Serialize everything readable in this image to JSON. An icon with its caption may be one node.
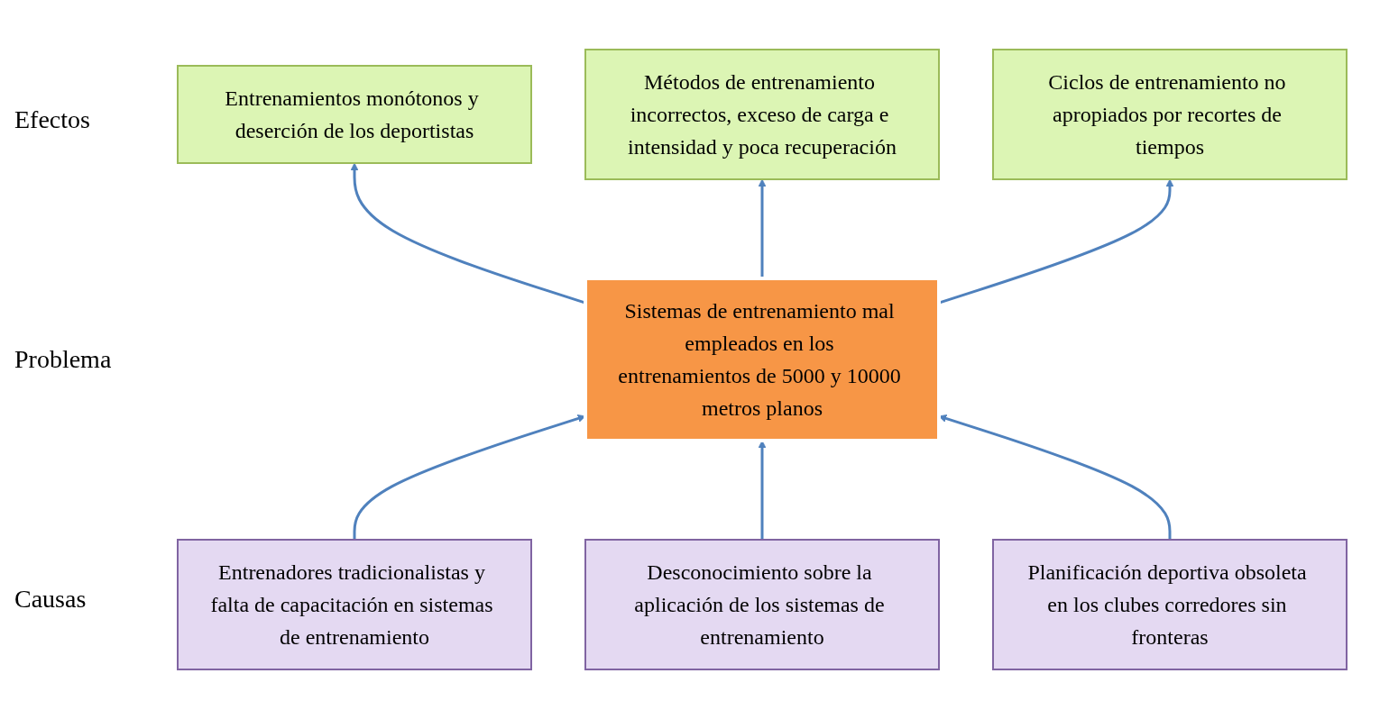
{
  "diagram": {
    "nodes": [
      {
        "text": [
          "Entrenamientos monótonos y deserción de los deportistas"
        ]
      },
      {
        "text": [
          "Métodos de entrenamiento incorrectos, exceso de carga e intensidad y poca recuperación"
        ]
      },
      {
        "text": [
          "Ciclos de entrenamiento no apropiados por recortes de tiempos"
        ]
      },
      {
        "text": [
          "Sistemas de entrenamiento mal empleados en los entrenamientos de 5000 y 10000 metros planos"
        ]
      },
      {
        "text": [
          "Entrenadores tradicionalistas y falta de capacitación en sistemas de entrenamiento"
        ]
      },
      {
        "text": [
          "Desconocimiento sobre la aplicación de los sistemas de entrenamiento"
        ]
      },
      {
        "text": [
          "Planificación deportiva obsoleta en los clubes corredores sin fronteras"
        ]
      }
    ],
    "edges": [
      {
        "from": 3,
        "to": 0,
        "arrow": "to"
      },
      {
        "from": 3,
        "to": 1,
        "arrow": "to"
      },
      {
        "from": 3,
        "to": 2,
        "arrow": "to"
      },
      {
        "from": 4,
        "to": 3,
        "arrow": "to"
      },
      {
        "from": 5,
        "to": 3,
        "arrow": "to"
      },
      {
        "from": 6,
        "to": 3,
        "arrow": "to"
      }
    ],
    "labels": [
      "Efectos",
      "Problema",
      "Causas"
    ]
  }
}
